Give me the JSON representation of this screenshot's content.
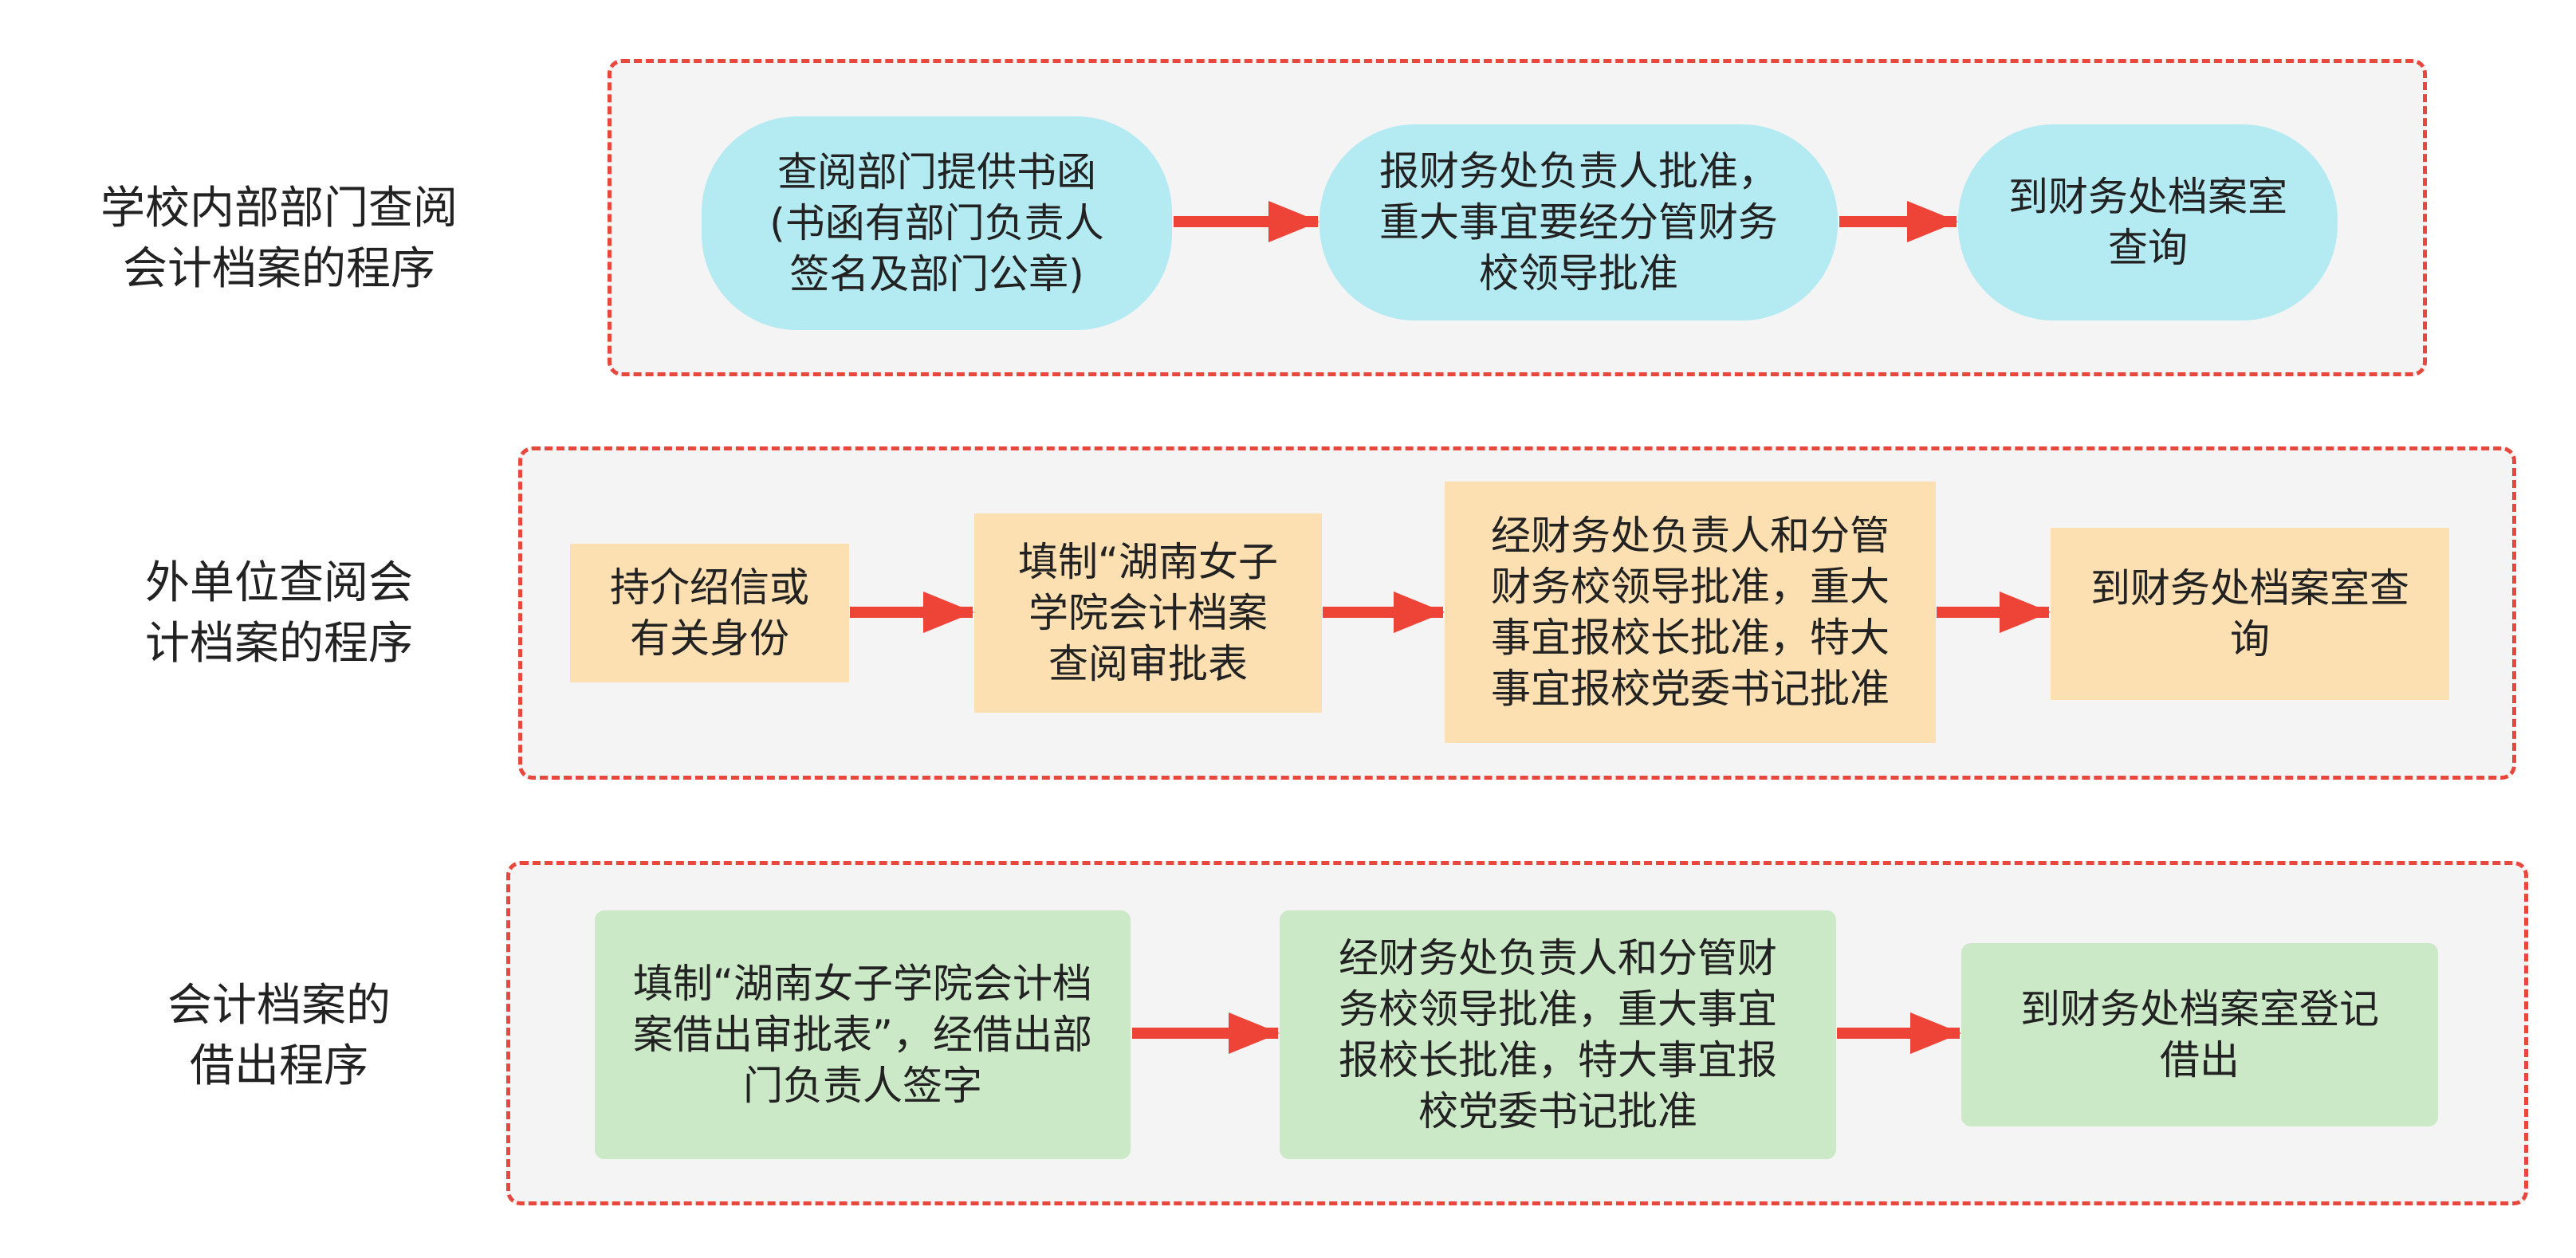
{
  "colors": {
    "panel_border": "#e8473d",
    "panel_fill": "#f4f4f4",
    "arrow": "#ee4438",
    "row1_node": "#b4ebf2",
    "row2_node": "#fde0b2",
    "row3_node": "#cbe9c7"
  },
  "rows": [
    {
      "label": "学校内部部门查阅\n会计档案的程序",
      "nodes": [
        "查阅部门提供书函\n(书函有部门负责人\n签名及部门公章)",
        "报财务处负责人批准，\n重大事宜要经分管财务\n校领导批准",
        "到财务处档案室\n查询"
      ]
    },
    {
      "label": "外单位查阅会\n计档案的程序",
      "nodes": [
        "持介绍信或\n有关身份",
        "填制“湖南女子\n学院会计档案\n查阅审批表",
        "经财务处负责人和分管\n财务校领导批准，重大\n事宜报校长批准，特大\n事宜报校党委书记批准",
        "到财务处档案室查\n询"
      ]
    },
    {
      "label": "会计档案的\n借出程序",
      "nodes": [
        "填制“湖南女子学院会计档\n案借出审批表”，经借出部\n门负责人签字",
        "经财务处负责人和分管财\n务校领导批准，重大事宜\n报校长批准，特大事宜报\n校党委书记批准",
        "到财务处档案室登记\n借出"
      ]
    }
  ]
}
